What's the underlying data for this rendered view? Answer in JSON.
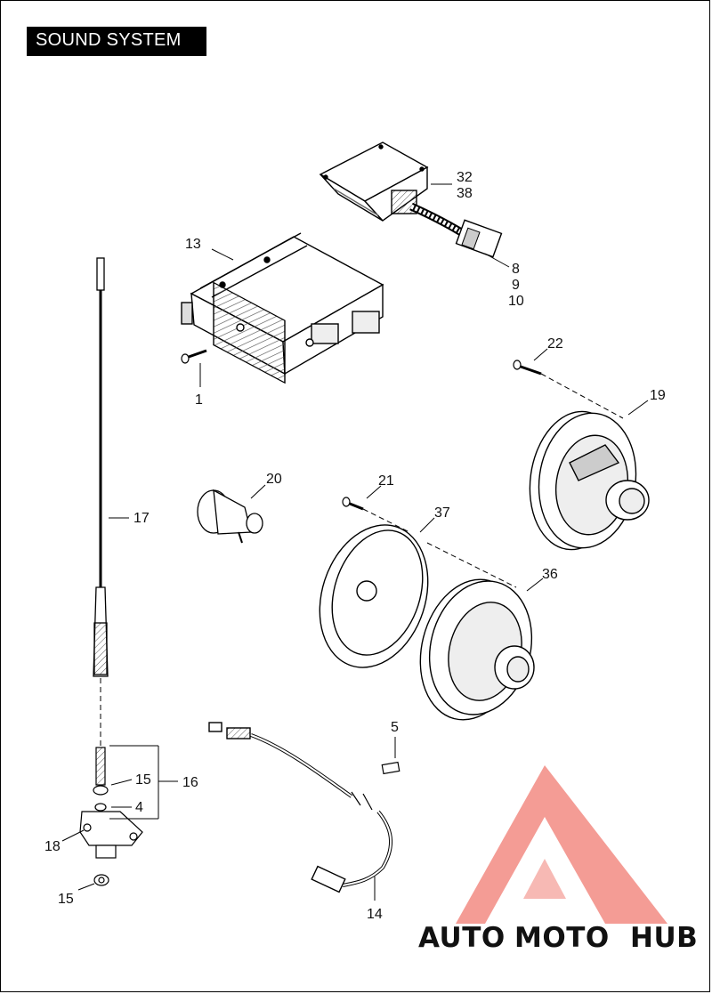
{
  "page": {
    "title": "SOUND SYSTEM"
  },
  "callouts": {
    "c1": "1",
    "c13": "13",
    "c32": "32",
    "c38": "38",
    "c8": "8",
    "c9": "9",
    "c10": "10",
    "c22": "22",
    "c19": "19",
    "c20": "20",
    "c21": "21",
    "c37": "37",
    "c36": "36",
    "c17": "17",
    "c5": "5",
    "c15a": "15",
    "c16": "16",
    "c4": "4",
    "c18": "18",
    "c15b": "15",
    "c14": "14"
  },
  "watermark": {
    "part1": "AUTO",
    "part2": "MOTO",
    "part3": "HUB",
    "color_light": "#f3c99a",
    "color_accent": "#f28b82",
    "color_dark": "#555555"
  }
}
